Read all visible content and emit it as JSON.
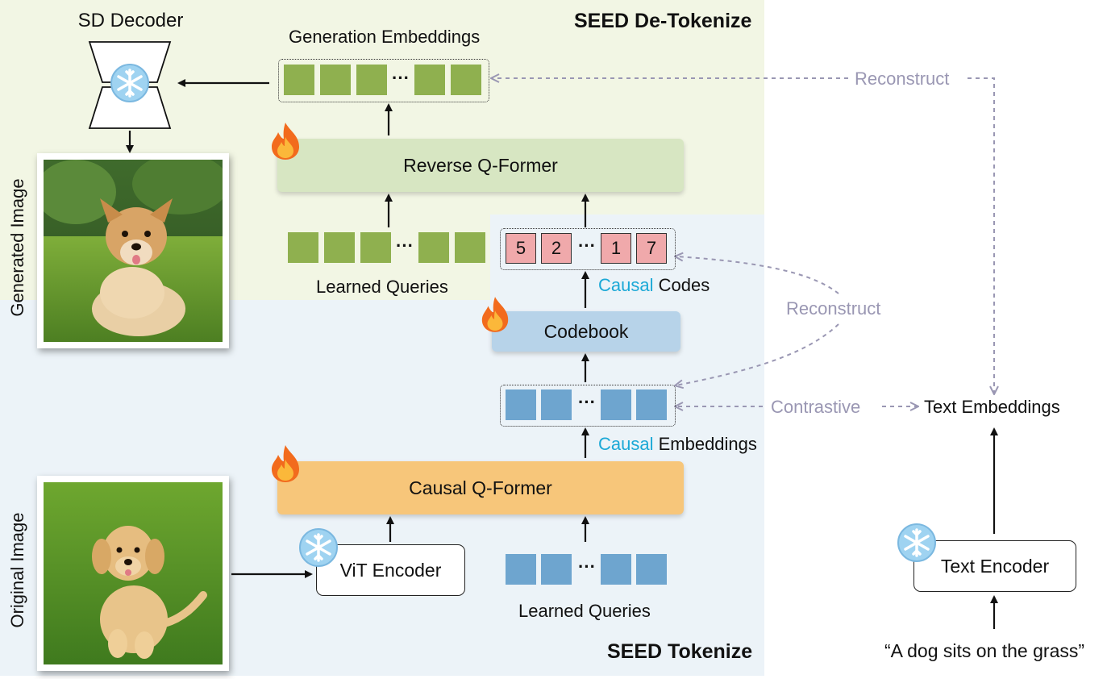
{
  "sections": {
    "detokenize_title": "SEED De-Tokenize",
    "tokenize_title": "SEED Tokenize"
  },
  "labels": {
    "sd_decoder": "SD Decoder",
    "generation_embeddings": "Generation Embeddings",
    "learned_queries_top": "Learned Queries",
    "learned_queries_bottom": "Learned Queries",
    "causal_word_codes": "Causal",
    "codes_word": " Codes",
    "causal_word_embeddings": "Causal",
    "embeddings_word": " Embeddings",
    "generated_image": "Generated Image",
    "original_image": "Original Image",
    "text_embeddings": "Text Embeddings",
    "caption": "“A dog sits on the grass”",
    "reconstruct_top": "Reconstruct",
    "reconstruct_mid": "Reconstruct",
    "contrastive": "Contrastive",
    "ellipsis": "···"
  },
  "modules": {
    "reverse_qformer": "Reverse Q-Former",
    "causal_qformer": "Causal Q-Former",
    "codebook": "Codebook",
    "vit_encoder": "ViT Encoder",
    "text_encoder": "Text Encoder"
  },
  "causal_codes": [
    "5",
    "2",
    "1",
    "7"
  ],
  "colors": {
    "green_token": "#8fb04f",
    "blue_token": "#6ea5cf",
    "code_token": "#f0a9ab",
    "reverse_qformer": "#d7e6c2",
    "causal_qformer": "#f7c67a",
    "codebook": "#b7d3e9",
    "causal_accent": "#1ba8d6",
    "dashed_arrow": "#9a97b3",
    "detokenize_bg": "#f2f6e4",
    "tokenize_bg": "#ecf3f8"
  },
  "icons": {
    "trainable": "fire-icon",
    "frozen": "snowflake-icon"
  }
}
